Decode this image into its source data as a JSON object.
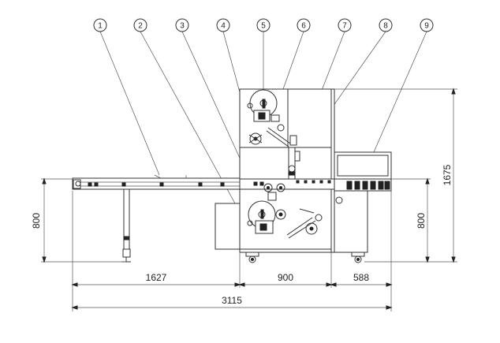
{
  "callouts": [
    "1",
    "2",
    "3",
    "4",
    "5",
    "6",
    "7",
    "8",
    "9"
  ],
  "dimensions": {
    "conveyor_length": "1627",
    "main_body_width": "900",
    "outfeed_width": "588",
    "overall_length": "3115",
    "left_height": "800",
    "right_height": "800",
    "overall_height": "1675"
  }
}
